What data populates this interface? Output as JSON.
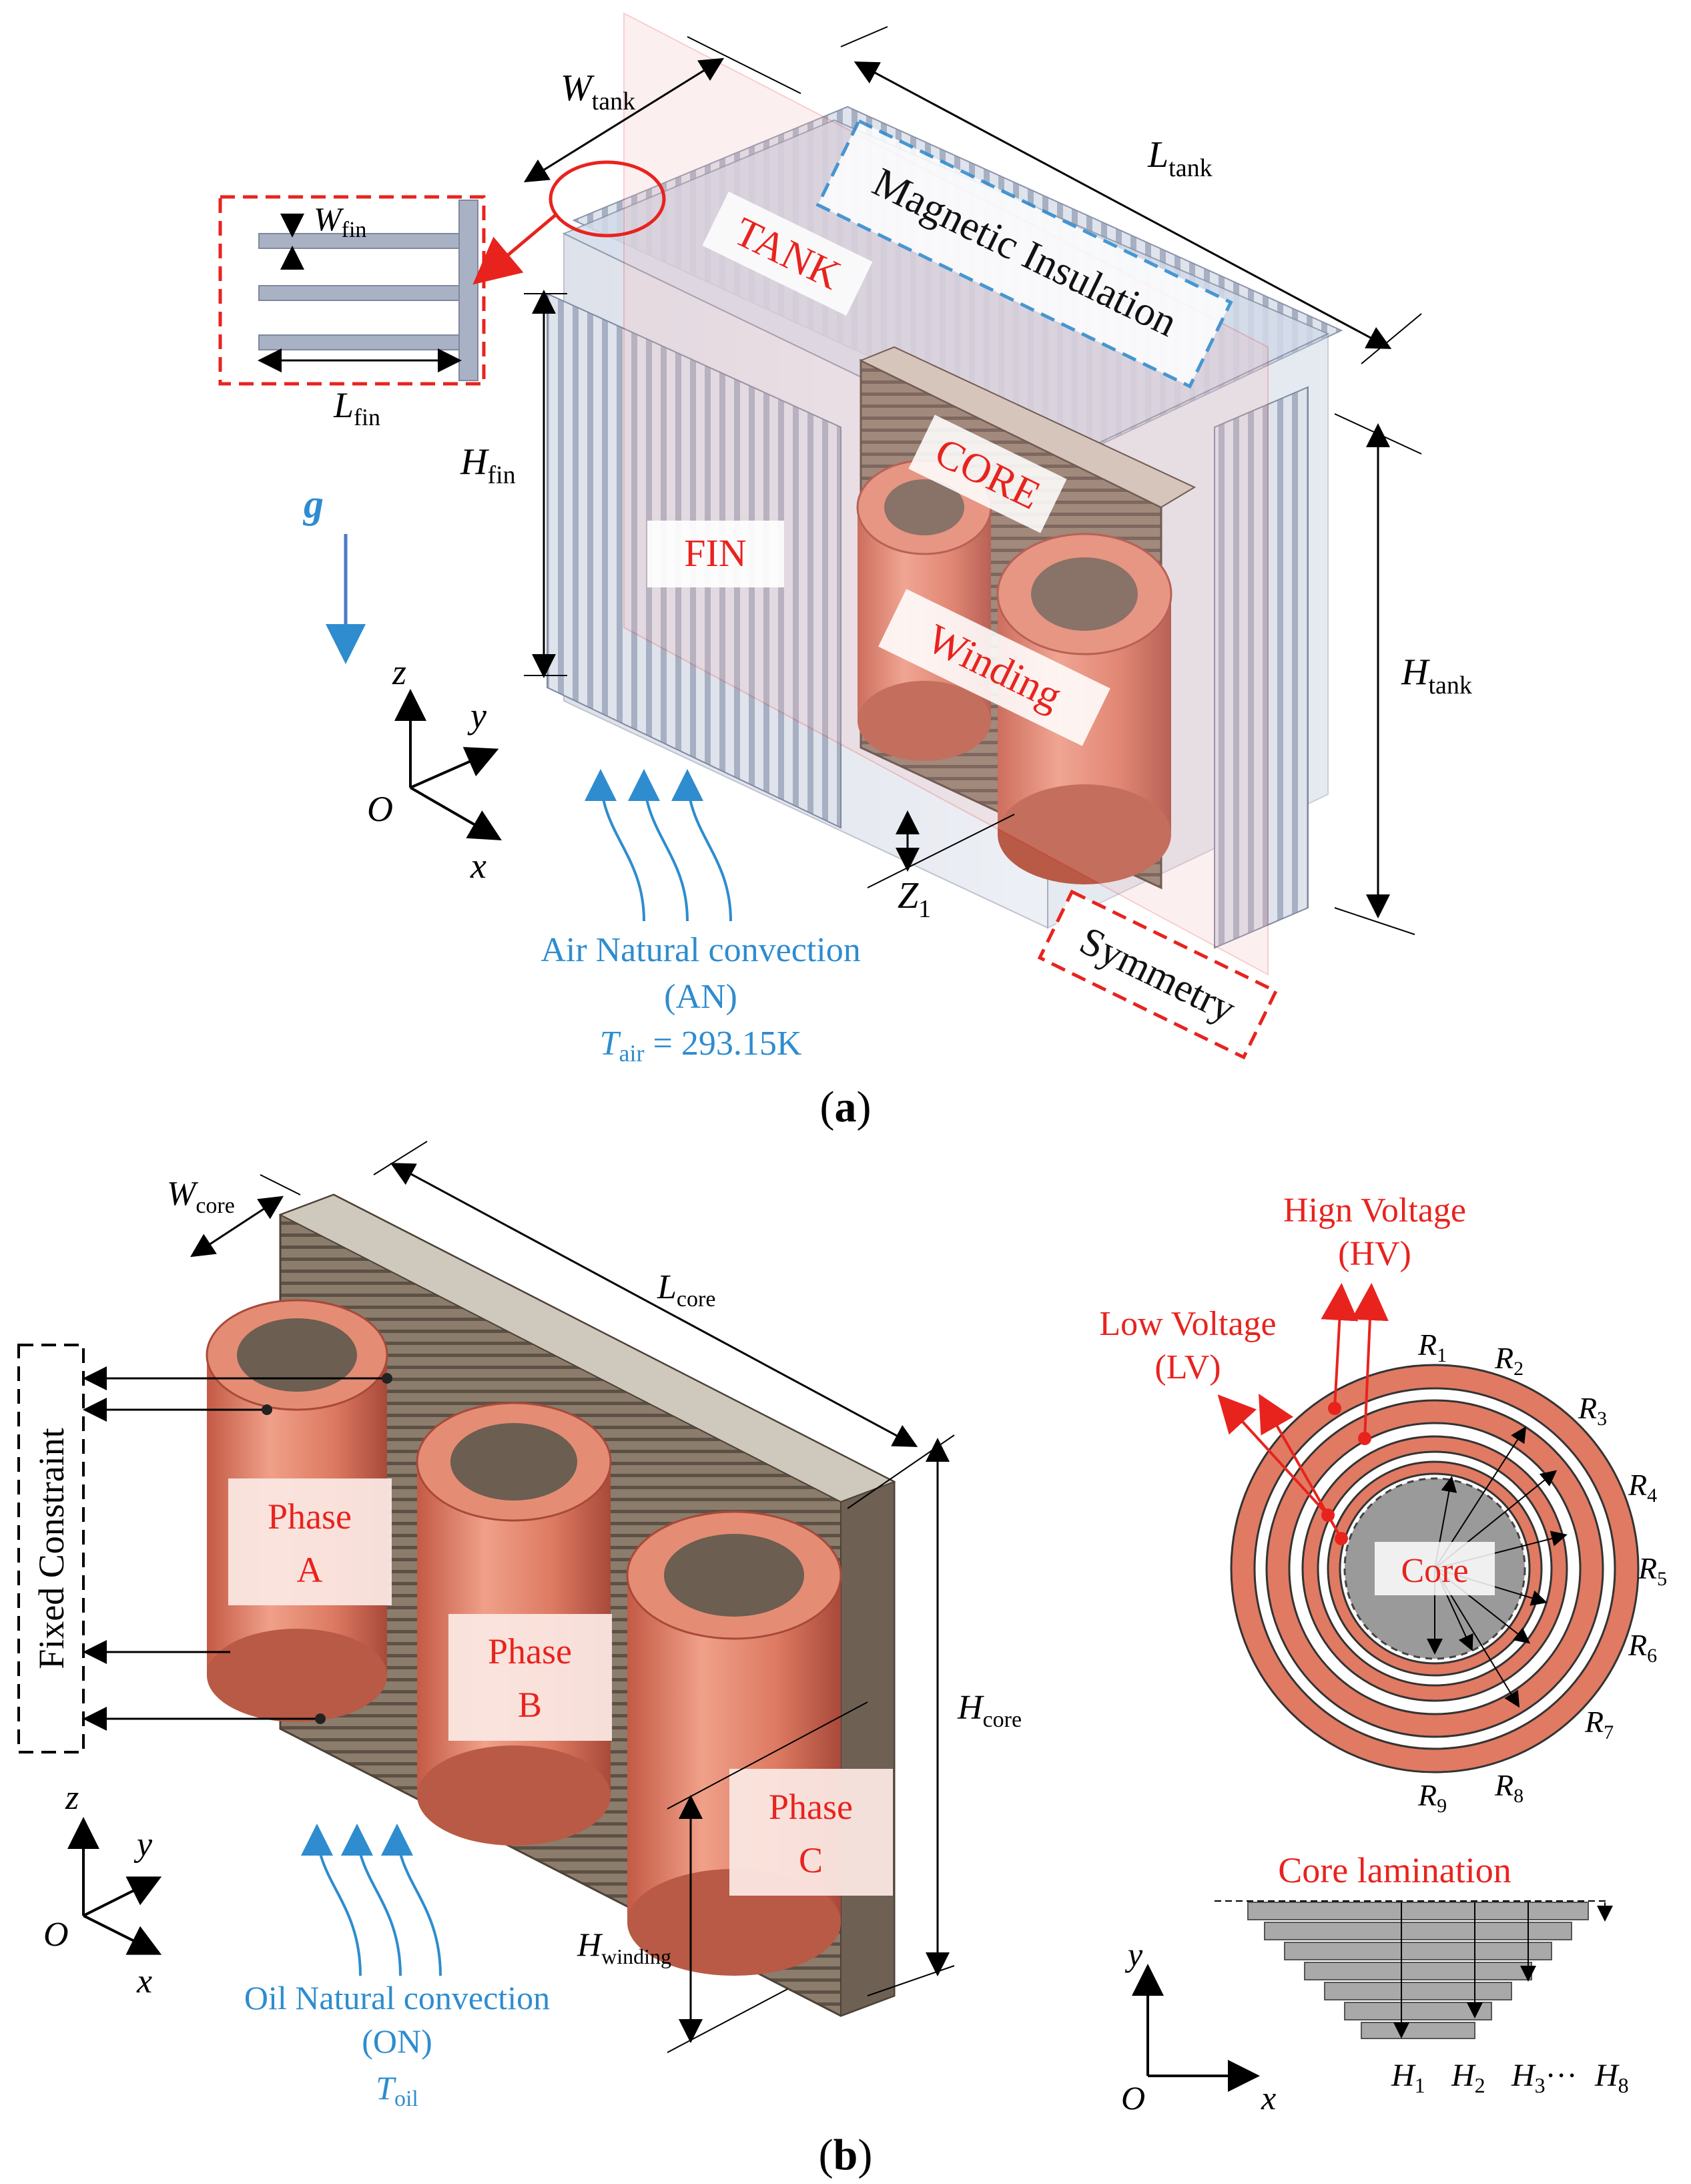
{
  "panel_a": {
    "caption_open": "(",
    "caption_letter": "a",
    "caption_close": ")",
    "dims": {
      "W": "W",
      "tank": "tank",
      "L": "L",
      "H": "H",
      "fin": "fin",
      "Z": "Z",
      "one": "1"
    },
    "labels": {
      "tank": "TANK",
      "fin": "FIN",
      "core": "CORE",
      "winding": "Winding",
      "magnetic_insulation": "Magnetic Insulation",
      "symmetry": "Symmetry"
    },
    "gravity": "g",
    "axes": {
      "z": "z",
      "y": "y",
      "x": "x",
      "o": "O"
    },
    "convection": {
      "line1": "Air Natural convection",
      "line2": "(AN)",
      "t": "T",
      "t_sub": "air",
      "t_value": " = 293.15K"
    }
  },
  "panel_b": {
    "caption_open": "(",
    "caption_letter": "b",
    "caption_close": ")",
    "dims": {
      "W": "W",
      "L": "L",
      "H": "H",
      "core": "core",
      "winding": "winding"
    },
    "fixed_constraint": "Fixed Constraint",
    "phases": [
      {
        "line1": "Phase",
        "line2": "A"
      },
      {
        "line1": "Phase",
        "line2": "B"
      },
      {
        "line1": "Phase",
        "line2": "C"
      }
    ],
    "axes": {
      "z": "z",
      "y": "y",
      "x": "x",
      "o": "O"
    },
    "convection": {
      "line1": "Oil Natural convection",
      "line2": "(ON)",
      "t": "T",
      "t_sub": "oil"
    },
    "cross_section": {
      "hv_line1": "Hign Voltage",
      "hv_line2": "(HV)",
      "lv_line1": "Low Voltage",
      "lv_line2": "(LV)",
      "core": "Core",
      "r": "R",
      "r_subs": [
        "1",
        "2",
        "3",
        "4",
        "5",
        "6",
        "7",
        "8",
        "9"
      ]
    },
    "lamination": {
      "title": "Core lamination",
      "h": "H",
      "h_subs": [
        "1",
        "2",
        "3",
        "8"
      ],
      "ellipsis": "···",
      "axes": {
        "y": "y",
        "x": "x",
        "o": "O"
      }
    }
  },
  "colors": {
    "red_label": "#e8231e",
    "blue_label": "#2e8ccf",
    "copper": "#d9735a",
    "tank": "#b9c3d6",
    "core": "#7d6e5e"
  }
}
